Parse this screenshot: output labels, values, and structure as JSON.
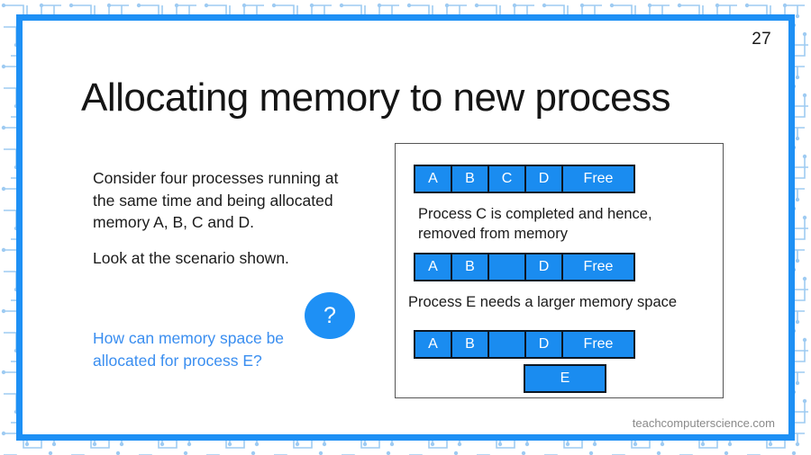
{
  "slide": {
    "page_number": "27",
    "title": "Allocating memory to new process",
    "footer_url": "teachcomputerscience.com"
  },
  "left": {
    "paragraph_1": "Consider four processes running at the same time and being allocated memory A, B, C and D.",
    "paragraph_2": "Look at the scenario shown.",
    "question": "How can memory space be allocated for process E?",
    "bubble_mark": "?"
  },
  "panel": {
    "bar_1": {
      "cells": [
        {
          "label": "A",
          "empty": false
        },
        {
          "label": "B",
          "empty": false
        },
        {
          "label": "C",
          "empty": false
        },
        {
          "label": "D",
          "empty": false
        },
        {
          "label": "Free",
          "empty": false
        }
      ]
    },
    "caption_1": "Process C is completed and hence, removed from memory",
    "bar_2": {
      "cells": [
        {
          "label": "A",
          "empty": false
        },
        {
          "label": "B",
          "empty": false
        },
        {
          "label": "",
          "empty": true
        },
        {
          "label": "D",
          "empty": false
        },
        {
          "label": "Free",
          "empty": false
        }
      ]
    },
    "caption_2": "Process E needs a larger memory space",
    "bar_3": {
      "cells": [
        {
          "label": "A",
          "empty": false
        },
        {
          "label": "B",
          "empty": false
        },
        {
          "label": "",
          "empty": true
        },
        {
          "label": "D",
          "empty": false
        },
        {
          "label": "Free",
          "empty": false
        }
      ]
    },
    "bar_e": {
      "cells": [
        {
          "label": "E",
          "empty": false
        }
      ]
    }
  },
  "colors": {
    "accent_blue": "#1e90f5",
    "block_blue": "#1a8cf0",
    "block_border": "#0d1722",
    "question_blue": "#3a8ef0",
    "footer_gray": "#8a8a8a",
    "circuit_line": "#9ecbf2"
  }
}
